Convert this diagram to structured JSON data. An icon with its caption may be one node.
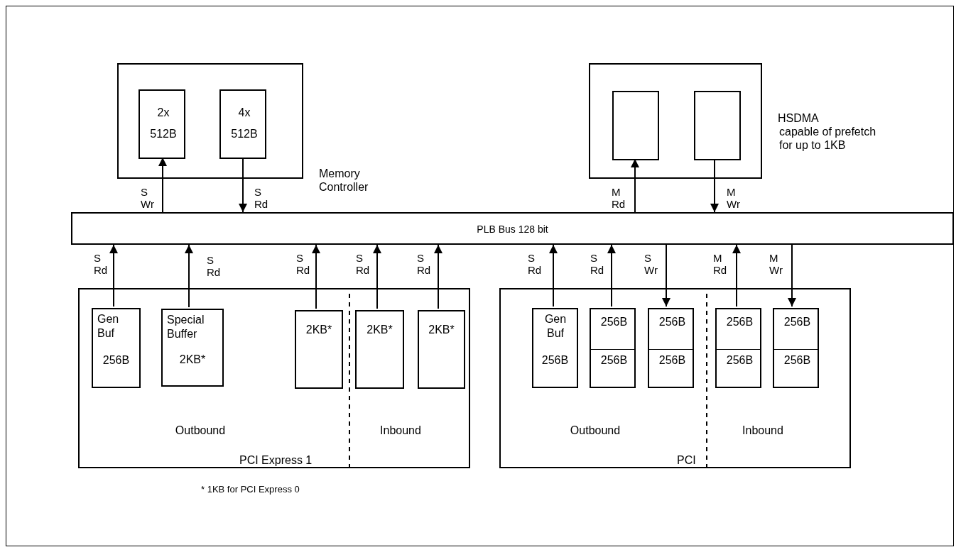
{
  "diagram": {
    "nodes": [
      {
        "text": [
          "Memory Controller"
        ]
      },
      {
        "text": [
          "2x 512B"
        ],
        "in": 0
      },
      {
        "text": [
          "4x 512B"
        ],
        "in": 0
      },
      {
        "text": [
          "HSDMA",
          "capable of prefetch for up to 1KB"
        ]
      },
      {
        "text": [],
        "shape": "box",
        "in": 3
      },
      {
        "text": [],
        "shape": "box",
        "in": 3
      },
      {
        "text": [
          "PLB Bus 128 bit"
        ]
      },
      {
        "text": [
          "Outbound",
          "Inbound",
          "PCI Express 1"
        ]
      },
      {
        "text": [
          "Gen Buf",
          "256B"
        ],
        "in": 7
      },
      {
        "text": [
          "Special Buffer",
          "2KB*"
        ],
        "in": 7
      },
      {
        "text": [
          "2KB*"
        ],
        "in": 7
      },
      {
        "text": [
          "2KB*"
        ],
        "in": 7
      },
      {
        "text": [
          "2KB*"
        ],
        "in": 7
      },
      {
        "text": [
          "Outbound",
          "Inbound",
          "PCI"
        ]
      },
      {
        "text": [
          "Gen Buf",
          "256B"
        ],
        "in": 13
      },
      {
        "text": [
          "256B",
          "256B"
        ],
        "in": 13
      },
      {
        "text": [
          "256B",
          "256B"
        ],
        "in": 13
      },
      {
        "text": [
          "256B",
          "256B"
        ],
        "in": 13
      },
      {
        "text": [
          "256B",
          "256B"
        ],
        "in": 13
      }
    ],
    "edges": [
      {
        "from": 6,
        "to": 1,
        "arrow": "to",
        "label": "S Wr"
      },
      {
        "from": 2,
        "to": 6,
        "arrow": "to",
        "label": "S Rd"
      },
      {
        "from": 6,
        "to": 4,
        "arrow": "to",
        "label": "M Rd"
      },
      {
        "from": 5,
        "to": 6,
        "arrow": "to",
        "label": "M Wr"
      },
      {
        "from": 8,
        "to": 6,
        "arrow": "to",
        "label": "S Rd"
      },
      {
        "from": 9,
        "to": 6,
        "arrow": "to",
        "label": "S Rd"
      },
      {
        "from": 10,
        "to": 6,
        "arrow": "to",
        "label": "S Rd"
      },
      {
        "from": 11,
        "to": 6,
        "arrow": "to",
        "label": "S Rd"
      },
      {
        "from": 12,
        "to": 6,
        "arrow": "to",
        "label": "S Rd"
      },
      {
        "from": 14,
        "to": 6,
        "arrow": "to",
        "label": "S Rd"
      },
      {
        "from": 15,
        "to": 6,
        "arrow": "to",
        "label": "S Rd"
      },
      {
        "from": 6,
        "to": 16,
        "arrow": "to",
        "label": "S Wr"
      },
      {
        "from": 17,
        "to": 6,
        "arrow": "to",
        "label": "M Rd"
      },
      {
        "from": 6,
        "to": 18,
        "arrow": "to",
        "label": "M Wr"
      }
    ],
    "labels": [
      "* 1KB for PCI Express 0"
    ]
  }
}
